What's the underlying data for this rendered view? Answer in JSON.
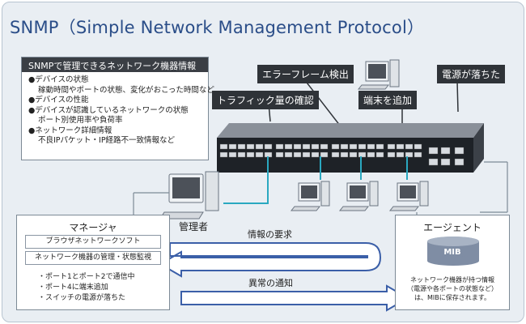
{
  "title": "SNMP（Simple Network Management Protocol）",
  "info_box": {
    "heading": "SNMPで管理できるネットワーク機器情報",
    "items": [
      {
        "label": "●デバイスの状態",
        "detail": "稼動時間やポートの状態、変化がおこった時間など"
      },
      {
        "label": "●デバイスの性能",
        "detail": ""
      },
      {
        "label": "●デバイスが認識しているネットワークの状態",
        "detail": "ポート別使用率や負荷率"
      },
      {
        "label": "●ネットワーク詳細情報",
        "detail": "不良IPパケット・IP経路不一致情報など"
      }
    ]
  },
  "callouts": {
    "error_frame": "エラーフレーム検出",
    "power_off": "電源が落ちた",
    "traffic": "トラフィック量の確認",
    "add_terminal": "端末を追加"
  },
  "admin_label": "管理者",
  "manager": {
    "title": "マネージャ",
    "software": "ブラウザネットワークソフト",
    "monitoring": "ネットワーク機器の管理・状態監視",
    "notes": [
      "・ポート1とポート2で通信中",
      "・ポート4に端末追加",
      "・スイッチの電源が落ちた"
    ]
  },
  "agent": {
    "title": "エージェント",
    "mib": "MIB",
    "desc": [
      "ネットワーク機器が持つ情報",
      "（電源や各ポートの状態など）",
      "は、MIBに保存されます。"
    ]
  },
  "flows": {
    "request": "情報の要求",
    "notify": "異常の通知"
  },
  "colors": {
    "title_blue": "#2a4d88",
    "arrow_blue": "#3b5fa8",
    "cable_teal": "#2aa8c0",
    "label_dark": "#2f3338"
  }
}
